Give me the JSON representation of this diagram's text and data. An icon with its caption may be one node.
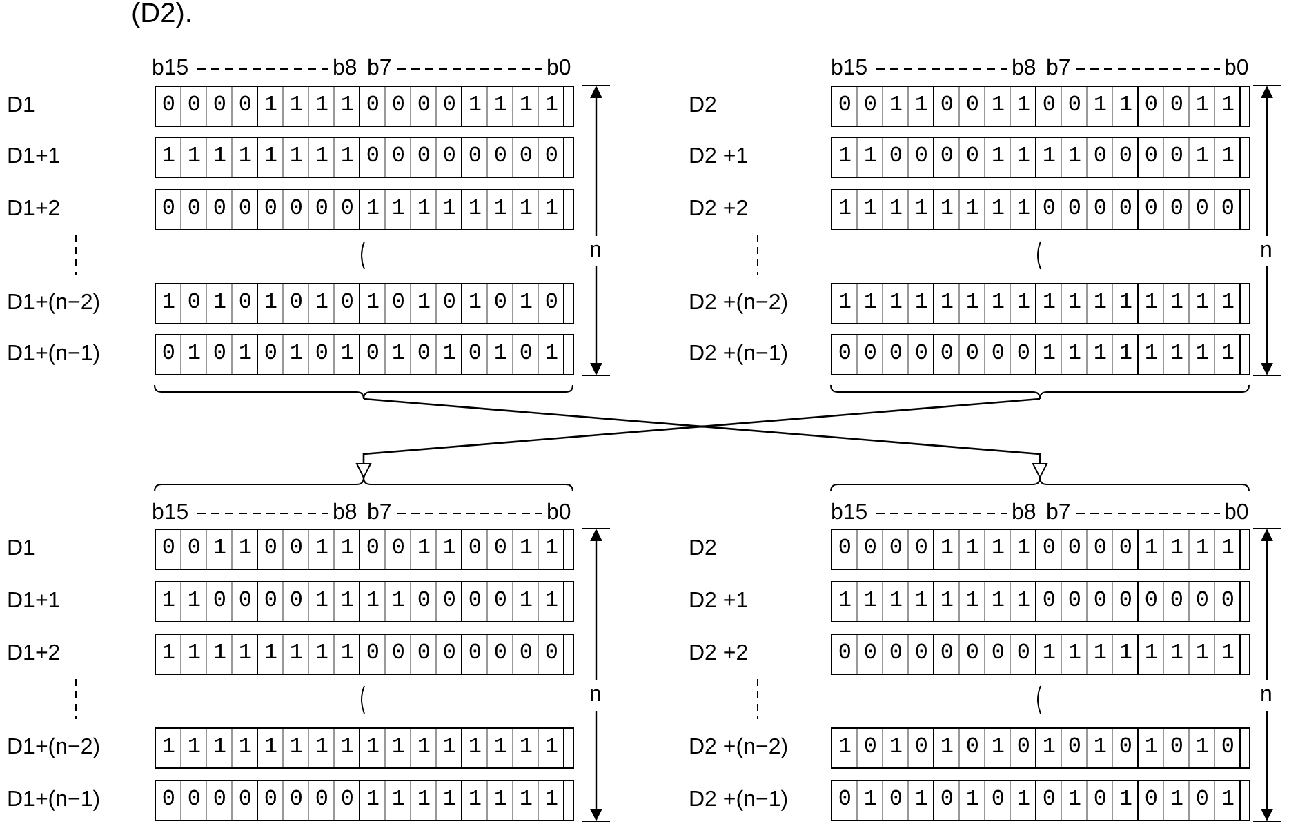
{
  "diagram": {
    "nodes": [
      {
        "text": [],
        "shape": "bracket"
      },
      {
        "text": [],
        "shape": "bracket"
      },
      {
        "text": [],
        "shape": "bracket"
      },
      {
        "text": [],
        "shape": "bracket"
      }
    ],
    "edges": [
      {
        "from": 0,
        "to": 3,
        "arrow": "to"
      },
      {
        "from": 1,
        "to": 2,
        "arrow": "to"
      }
    ],
    "labels": [
      "(D2).",
      "b15",
      "b8",
      "b7",
      "b0",
      "b15",
      "b8",
      "b7",
      "b0",
      "D1",
      "0000111100001111",
      "D2",
      "0011001100110011",
      "D1+1",
      "1111111100000000",
      "D2 +1",
      "1100001111000011",
      "D1+2",
      "0000000011111111",
      "D2 +2",
      "1111111100000000",
      "n",
      "n",
      "D1+(n−2)",
      "1010101010101010",
      "D2 +(n−2)",
      "1111111111111111",
      "D1+(n−1)",
      "0101010101010101",
      "D2 +(n−1)",
      "0000000011111111",
      "b15",
      "b8",
      "b7",
      "b0",
      "b15",
      "b8",
      "b7",
      "b0",
      "D1",
      "0011001100110011",
      "D2",
      "0000111100001111",
      "D1+1",
      "1100001111000011",
      "D2 +1",
      "1111111100000000",
      "D1+2",
      "1111111100000000",
      "D2 +2",
      "0000000011111111",
      "n",
      "n",
      "D1+(n−2)",
      "1111111111111111",
      "D2 +(n−2)",
      "1010101010101010",
      "D1+(n−1)",
      "0000000011111111",
      "D2 +(n−1)",
      "0101010101010101"
    ]
  }
}
